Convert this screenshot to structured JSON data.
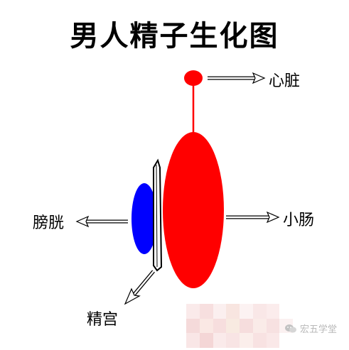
{
  "title": "男人精子生化图",
  "labels": {
    "heart": "心脏",
    "small_intestine": "小肠",
    "bladder": "膀胱",
    "seminal_palace": "精宫"
  },
  "watermark": {
    "text": "宏五学堂",
    "icon": "wechat-icon"
  },
  "colors": {
    "red": "#ff0000",
    "blue": "#0000ff",
    "outline": "#000000",
    "watermark": "#b9b9b9"
  }
}
